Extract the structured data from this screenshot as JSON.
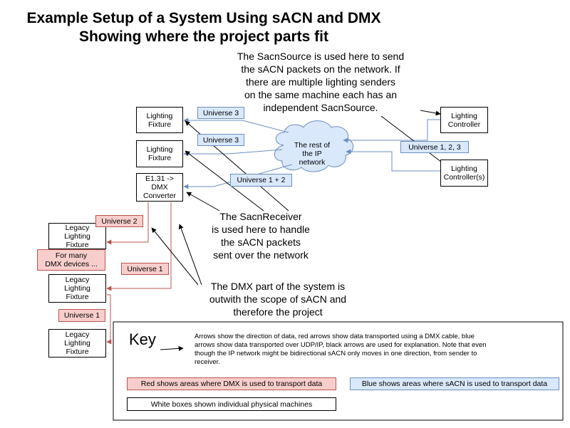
{
  "title_line1": "Example Setup of a System Using sACN and DMX",
  "title_line2": "Showing where the project parts fit",
  "notes": {
    "source": "The SacnSource  is used here to send\nthe sACN packets on the network. If\nthere are multiple lighting senders\non the same machine each has an\nindependent SacnSource.",
    "receiver": "The SacnReceiver\nis used here to handle\nthe sACN packets\nsent over the network",
    "dmx": "The DMX part of the system is\noutwith the scope of sACN and\ntherefore the project"
  },
  "nodes": {
    "fixture1": "Lighting\nFixture",
    "fixture2": "Lighting\nFixture",
    "converter": "E1.31 ->\nDMX\nConverter",
    "legacy1": "Legacy\nLighting\nFixture",
    "legacy2": "Legacy\nLighting\nFixture",
    "legacy3": "Legacy\nLighting\nFixture",
    "controller1": "Lighting\nController",
    "controller2": "Lighting\nController(s)",
    "network": "The rest of\nthe IP\nnetwork"
  },
  "labels": {
    "u3a": "Universe 3",
    "u3b": "Universe 3",
    "u12": "Universe 1 + 2",
    "u123": "Universe 1, 2, 3",
    "u2": "Universe 2",
    "many": "For many\nDMX devices ...",
    "u1a": "Universe 1",
    "u1b": "Universe 1"
  },
  "key": {
    "title": "Key",
    "description": "Arrows show the direction of data, red arrows show data transported using a DMX cable, blue arrows show data transported over UDP/IP, black arrows are used for explanation. Note that even though the IP network might be bidirectional sACN only moves in one direction, from sender to receiver.",
    "red": "Red shows areas where DMX is used to transport data",
    "blue": "Blue shows areas where sACN is used to transport data",
    "white": "White boxes shown individual physical machines"
  },
  "colors": {
    "dmx_red": "#b85450",
    "sacn_blue": "#6c8ebf",
    "red_fill": "#f8cecc",
    "blue_fill": "#dae8fc"
  }
}
